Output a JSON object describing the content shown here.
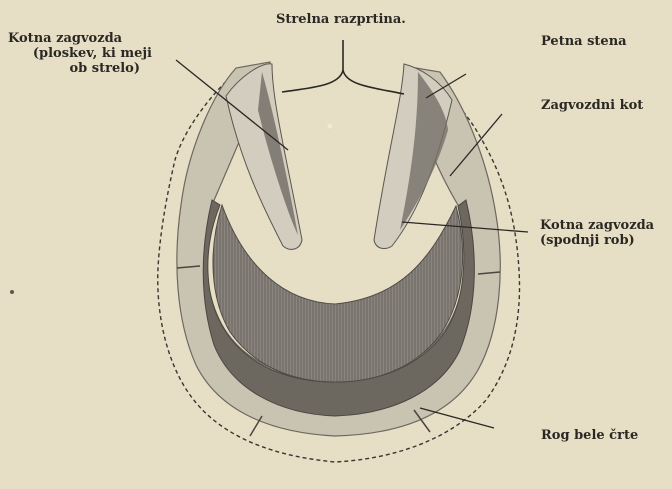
{
  "labels": {
    "top_center": "Strelna razprtina.",
    "top_left": [
      "Kotna  zagvozda",
      "(ploskev,  ki meji",
      "ob strelo)"
    ],
    "top_right_1": "Petna stena",
    "top_right_2": "Zagvozdni kot",
    "mid_right": [
      "Kotna zagvozda",
      "(spodnji rob)"
    ],
    "bottom_right": "Rog bele črte"
  },
  "colors": {
    "background": "#e6dfc6",
    "wall": "#c9c3b2",
    "white_line": "#6c6860",
    "sole": "#8a867f",
    "bar_light": "#d2cdbf",
    "bar_shade": "#757069",
    "text": "#2b2824"
  }
}
